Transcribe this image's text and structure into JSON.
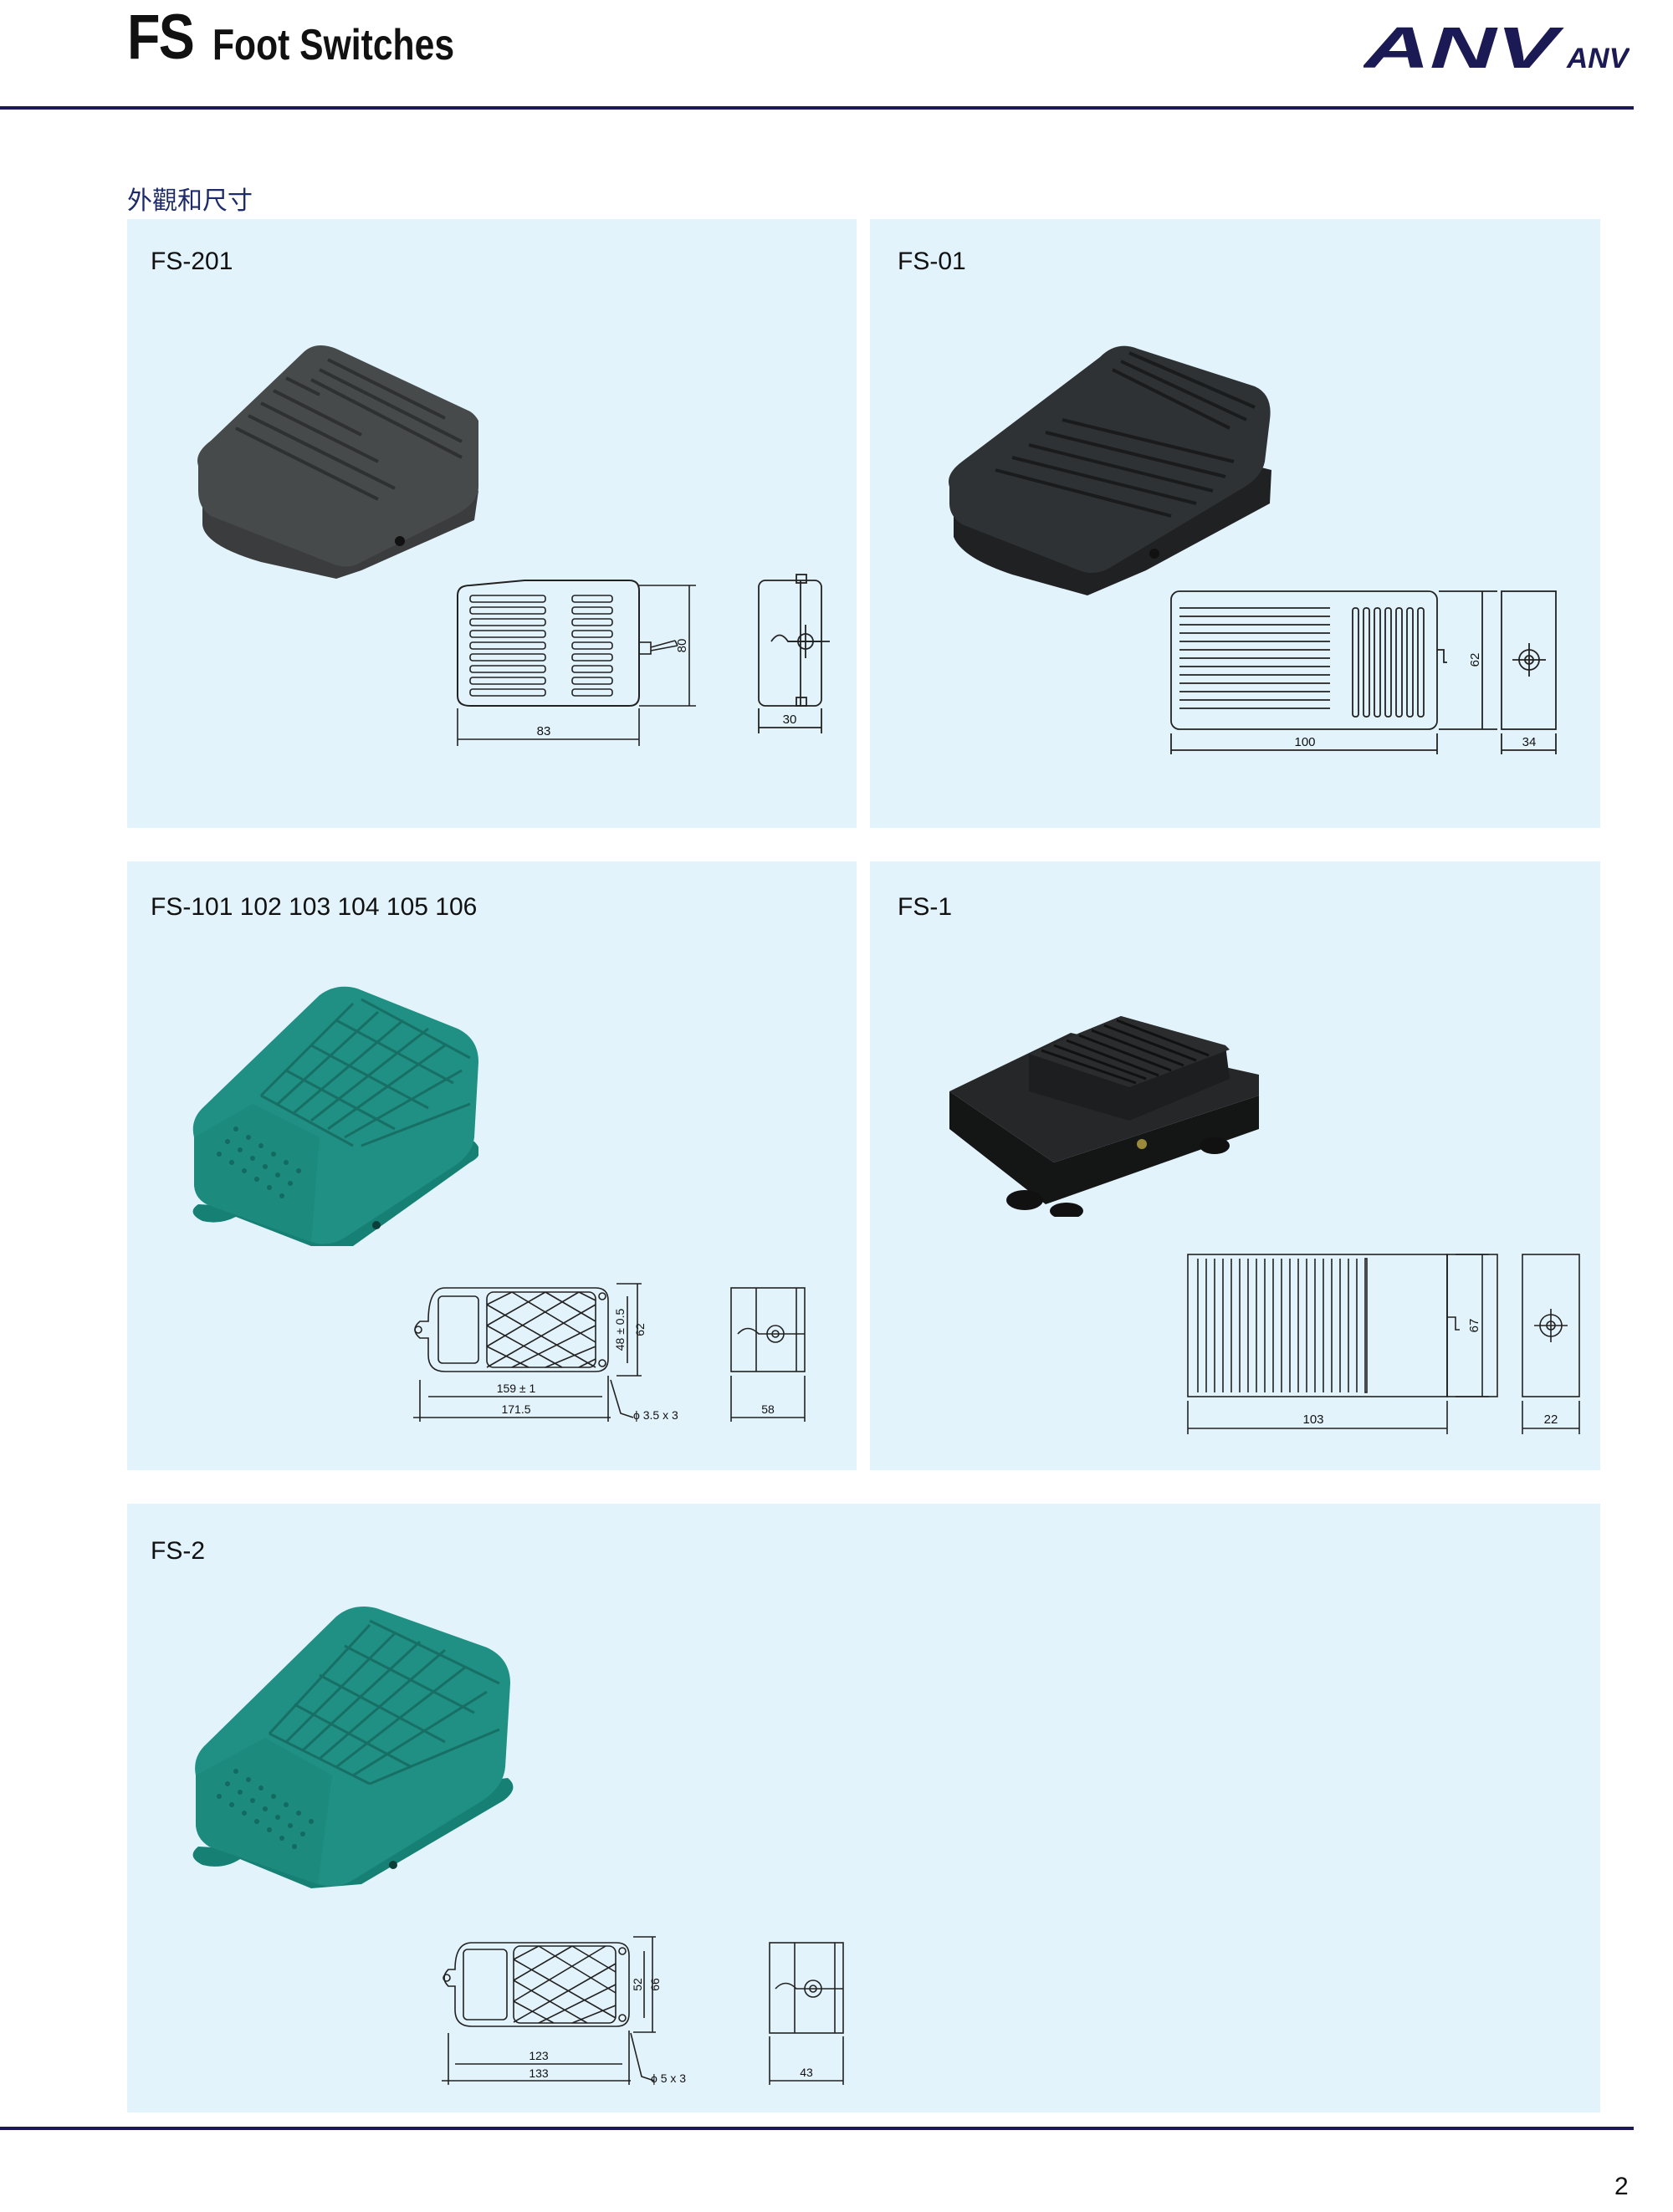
{
  "header": {
    "series_code": "FS",
    "series_title": "Foot Switches",
    "brand_logo_text": "ANV",
    "brand_logo_small": "ANV"
  },
  "section_title": "外觀和尺寸",
  "colors": {
    "rule": "#1b1a55",
    "panel_bg": "#e3f3fb",
    "section_title": "#1d2b6b",
    "green_body": "#1e8a80",
    "black_body": "#2c2f31"
  },
  "products": [
    {
      "model": "FS-201",
      "photo_icon": "black-ribbed-foot-pedal",
      "dims": {
        "length": "83",
        "height": "80",
        "depth": "30"
      }
    },
    {
      "model": "FS-01",
      "photo_icon": "black-ribbed-foot-pedal",
      "dims": {
        "length": "100",
        "height": "62",
        "depth": "34"
      }
    },
    {
      "model": "FS-101 102 103 104 105 106",
      "photo_icon": "green-textured-foot-pedal",
      "dims": {
        "inner_length": "159 ± 1",
        "overall_length": "171.5",
        "inner_width": "48 ± 0.5",
        "width": "62",
        "hole": "ϕ 3.5  x  3",
        "depth": "58"
      }
    },
    {
      "model": "FS-1",
      "photo_icon": "black-flat-foot-pedal",
      "dims": {
        "length": "103",
        "height": "67",
        "depth": "22"
      }
    },
    {
      "model": "FS-2",
      "photo_icon": "green-textured-foot-pedal",
      "dims": {
        "inner_length": "123",
        "overall_length": "133",
        "inner_width": "52",
        "width": "66",
        "hole": "ϕ 5  x  3",
        "depth": "43"
      }
    }
  ],
  "page_number": "2"
}
